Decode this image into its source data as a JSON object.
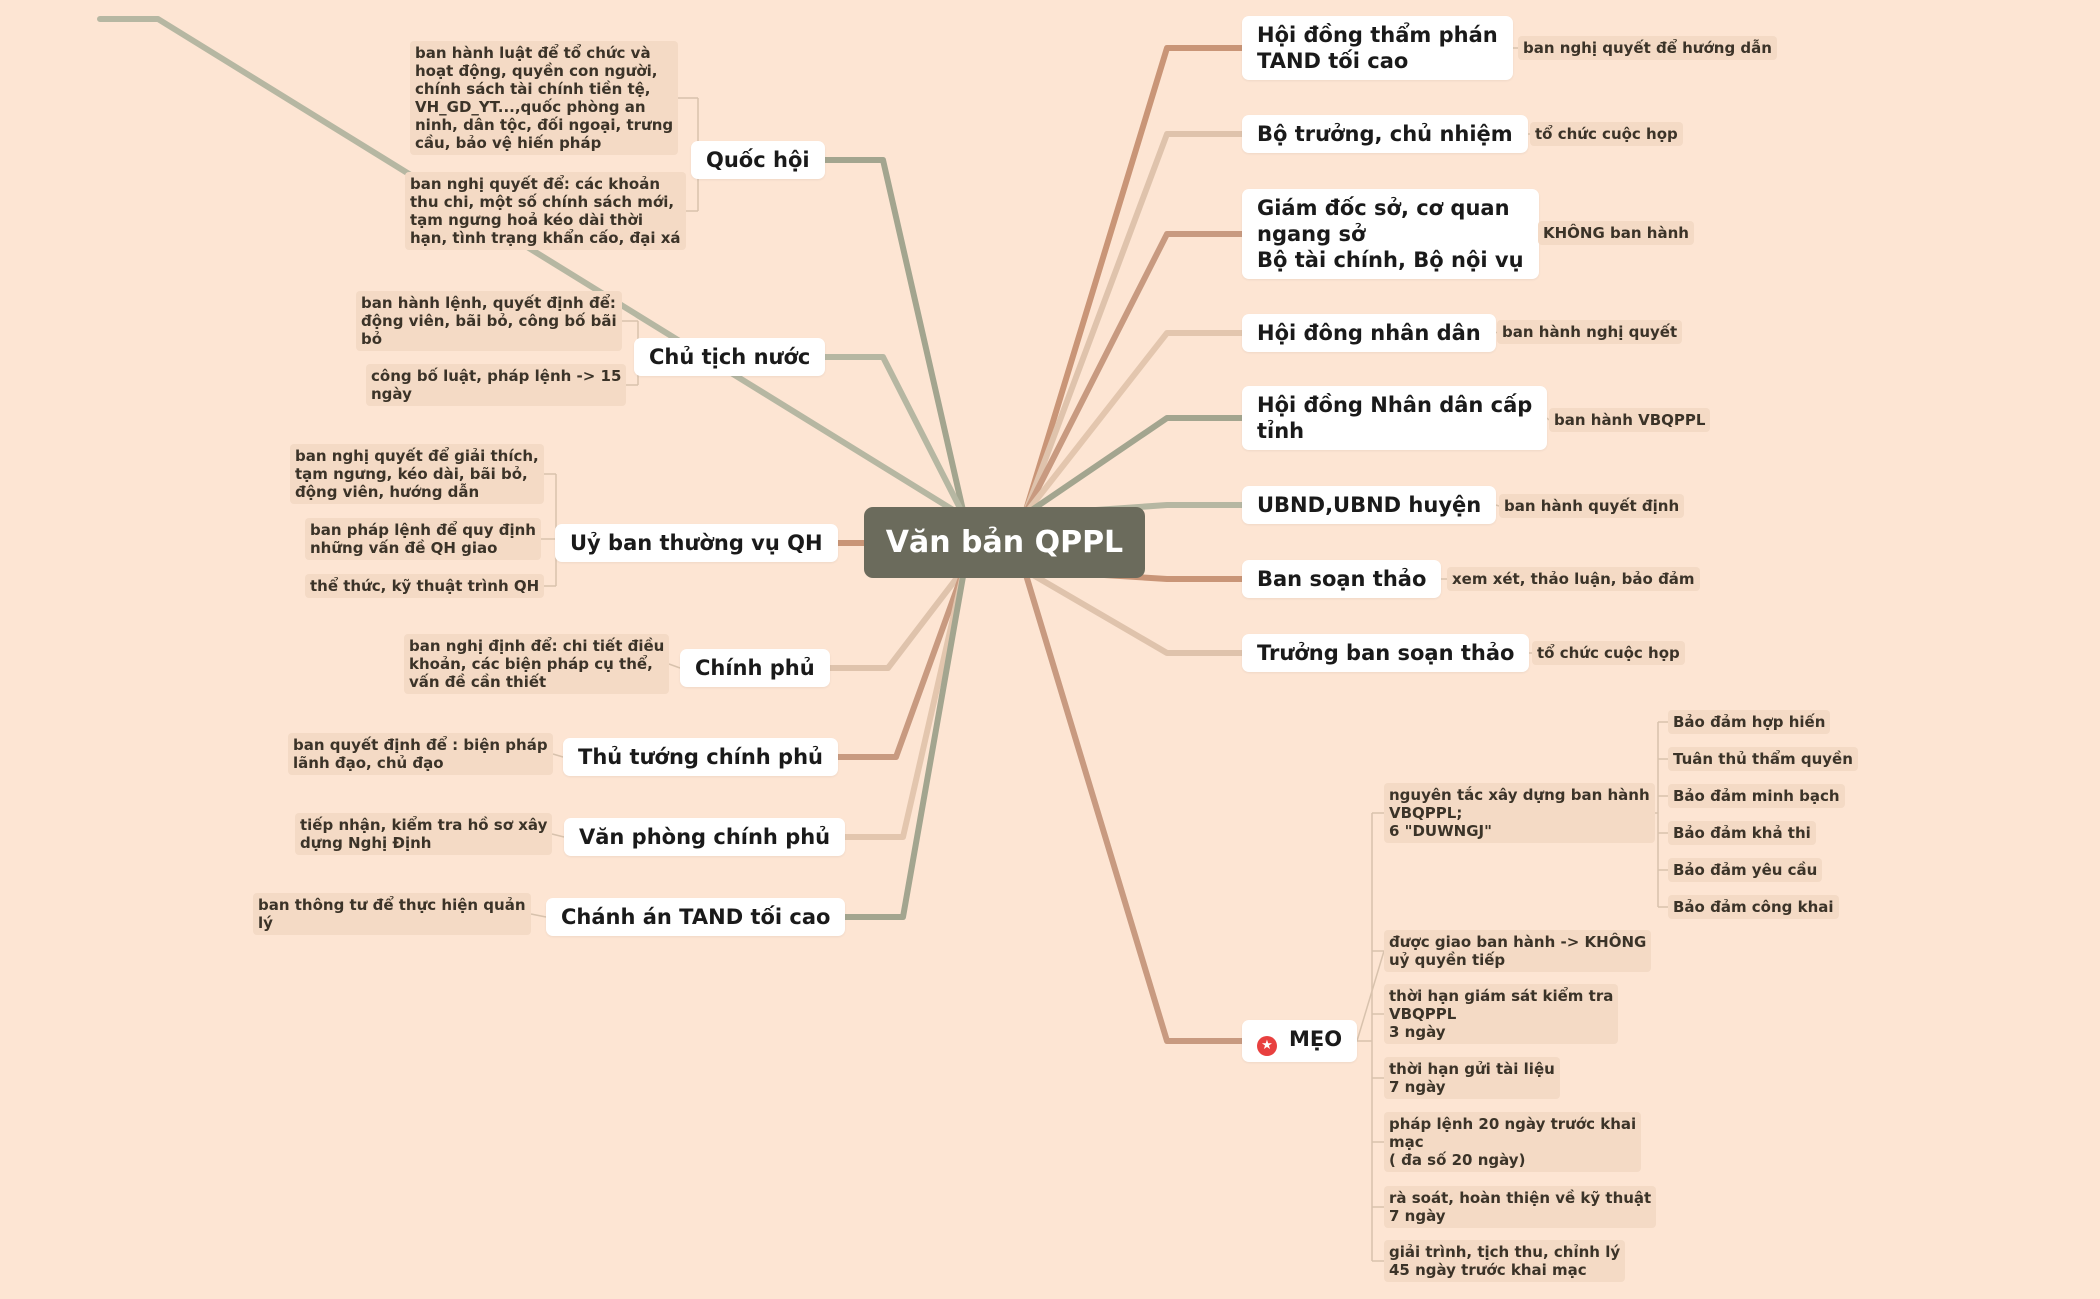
{
  "central": "Văn bản QPPL",
  "left": [
    {
      "label": "Quốc hội",
      "notes": [
        "ban hành luật để tổ chức và\nhoạt động, quyền con người,\nchính sách tài chính tiền tệ,\nVH_GD_YT...,quốc phòng an\nninh, dân tộc, đối ngoại, trưng\ncầu, bảo vệ hiến pháp",
        "ban nghị quyết để: các khoản\nthu chi, một số chính sách mới,\ntạm ngưng hoả kéo dài thời\nhạn, tình trạng khẩn cấo, đại xá"
      ]
    },
    {
      "label": "Chủ tịch nước",
      "notes": [
        "ban hành lệnh, quyết định để:\nđộng viên, bãi bỏ, công bố bãi\nbỏ",
        "công bố luật, pháp lệnh -> 15\nngày"
      ]
    },
    {
      "label": "Uỷ ban thường vụ QH",
      "notes": [
        "ban nghị quyết để giải thích,\ntạm ngưng, kéo dài, bãi bỏ,\nđộng viên, hướng dẫn",
        "ban pháp lệnh để quy định\nnhững vấn đề QH giao",
        "thể thức, kỹ thuật trình QH"
      ]
    },
    {
      "label": "Chính phủ",
      "notes": [
        "ban nghị định để: chi tiết điều\nkhoản, các biện pháp cụ thể,\nvấn đề cần thiết"
      ]
    },
    {
      "label": "Thủ tướng chính phủ",
      "notes": [
        "ban quyết định để : biện pháp\nlãnh đạo, chủ đạo"
      ]
    },
    {
      "label": "Văn phòng chính phủ",
      "notes": [
        "tiếp nhận, kiểm tra hồ sơ xây\ndựng Nghị Định"
      ]
    },
    {
      "label": "Chánh án TAND tối cao",
      "notes": [
        "ban thông tư để thực hiện quản\nlý"
      ]
    }
  ],
  "right": [
    {
      "label": "Hội đồng thẩm phán\nTAND tối cao",
      "note": "ban nghị quyết để hướng dẫn"
    },
    {
      "label": "Bộ trưởng, chủ nhiệm",
      "note": "tổ chức cuộc họp"
    },
    {
      "label": "Giám đốc sở, cơ quan\nngang sở\nBộ tài chính, Bộ nội vụ",
      "note": "KHÔNG ban hành"
    },
    {
      "label": "Hội đông nhân dân",
      "note": "ban hành nghị quyết"
    },
    {
      "label": "Hội đồng Nhân dân cấp\ntỉnh",
      "note": "ban hành VBQPPL"
    },
    {
      "label": "UBND,UBND huyện",
      "note": "ban hành quyết định"
    },
    {
      "label": "Ban soạn thảo",
      "note": "xem xét, thảo luận, bảo đảm"
    },
    {
      "label": "Trưởng ban soạn thảo",
      "note": "tổ chức cuộc họp"
    }
  ],
  "meo": {
    "label": "MẸO",
    "icon": "star-icon",
    "icon_color": "#e8403f",
    "principle": {
      "text": "nguyên tắc xây dựng ban hành\nVBQPPL;\n6 \"DUWNGJ\"",
      "items": [
        "Bảo đảm hợp hiến",
        "Tuân thủ thẩm quyền",
        "Bảo đảm minh bạch",
        "Bảo đảm khả thi",
        "Bảo đảm yêu cầu",
        "Bảo đảm công khai"
      ]
    },
    "notes": [
      "được giao ban hành -> KHÔNG\nuỷ quyền tiếp",
      "thời hạn giám sát kiểm tra\nVBQPPL\n3 ngày",
      "thời hạn gửi tài liệu\n7 ngày",
      "pháp lệnh 20 ngày trước khai\nmạc\n( đa số 20 ngày)",
      "rà soát, hoàn thiện về kỹ thuật\n7 ngày",
      "giải trình, tịch thu, chỉnh lý\n45 ngày trước khai mạc"
    ]
  },
  "colors": {
    "background": "#fde5d3",
    "central": "#6b6b5c",
    "note": "#f4dac5",
    "branch_palette": [
      "#a3a58f",
      "#b6b7a2",
      "#c99577",
      "#dfc3ac",
      "#c89a80",
      "#e3c6ae"
    ]
  }
}
